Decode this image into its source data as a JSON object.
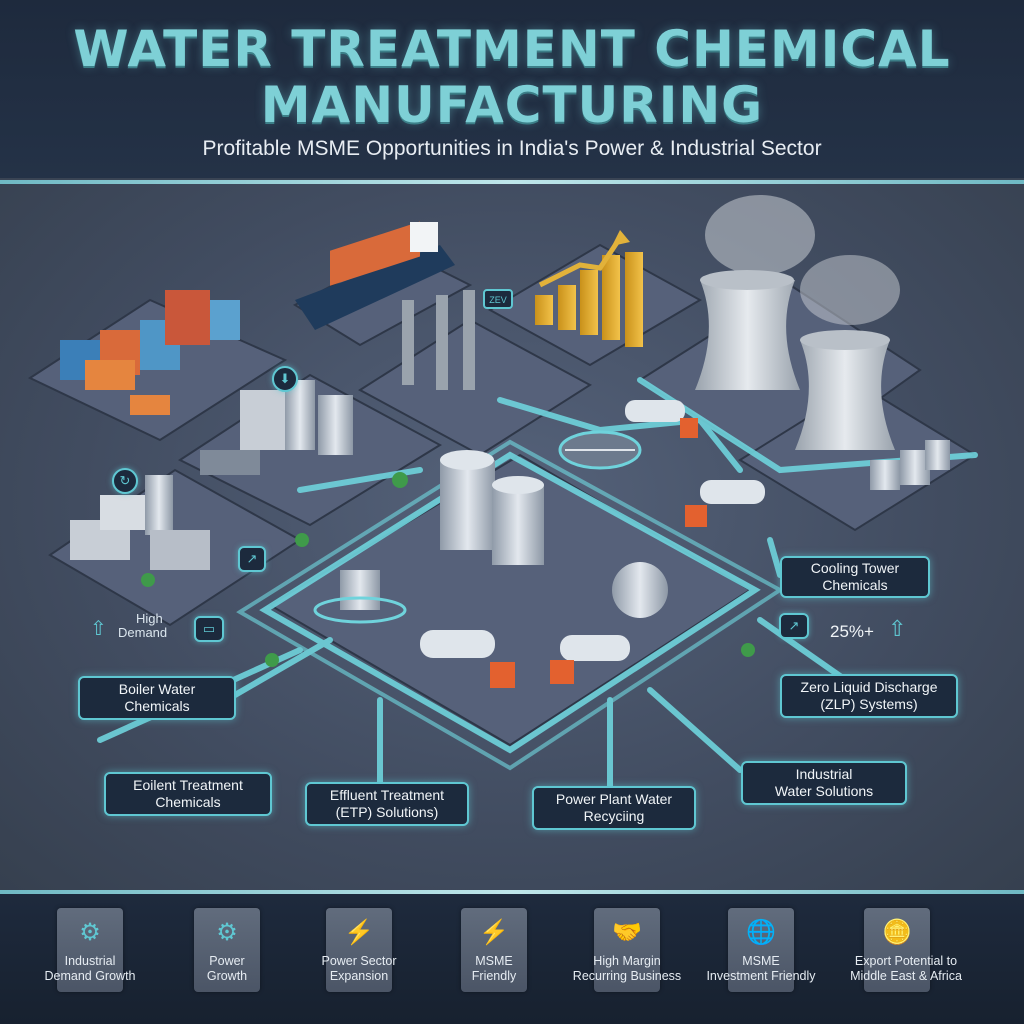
{
  "header": {
    "title_line1": "WATER TREATMENT CHEMICAL",
    "title_line2": "MANUFACTURING",
    "subtitle": "Profitable MSME Opportunities in India's Power & Industrial Sector"
  },
  "scene": {
    "labels": {
      "cooling_tower": [
        "Cooling Tower",
        "Chemicals"
      ],
      "zero_liquid": [
        "Zero Liquid Discharge",
        "(ZLP) Systems)"
      ],
      "industrial_water": [
        "Industrial",
        "Water Solutions"
      ],
      "power_plant": [
        "Power Plant Water",
        "Recyciing"
      ],
      "effluent": [
        "Effluent Treatment",
        "(ETP) Solutions)"
      ],
      "eoilent": [
        "Eoilent Treatment",
        "Chemicals"
      ],
      "boiler": [
        "Boiler Water",
        "Chemicals"
      ]
    },
    "growth_stat": "25%+",
    "high_demand": [
      "High",
      "Demand"
    ],
    "sign_text": "ZEV"
  },
  "footer": {
    "tiles": [
      {
        "icon": "gear-icon",
        "glyph": "⚙",
        "label": [
          "Industrial",
          "Demand Growth"
        ]
      },
      {
        "icon": "gear-icon",
        "glyph": "⚙",
        "label": [
          "Power",
          "Growth"
        ]
      },
      {
        "icon": "lightning-icon",
        "glyph": "⚡",
        "label": [
          "Power Sector",
          "Expansion"
        ]
      },
      {
        "icon": "lightning-icon",
        "glyph": "⚡",
        "label": [
          "MSME",
          "Friendly"
        ]
      },
      {
        "icon": "handshake-icon",
        "glyph": "🤝",
        "label": [
          "High Margin",
          "Recurring Business"
        ]
      },
      {
        "icon": "globe-icon",
        "glyph": "🌐",
        "label": [
          "MSME",
          "Investment Friendly"
        ]
      },
      {
        "icon": "coins-icon",
        "glyph": "🪙",
        "label": [
          "Export Potential to",
          "Middle East & Africa"
        ]
      }
    ]
  },
  "colors": {
    "accent": "#5fc7d2",
    "title": "#7ed0d6",
    "panel": "#1c2a3d",
    "background": "#3a4454"
  }
}
